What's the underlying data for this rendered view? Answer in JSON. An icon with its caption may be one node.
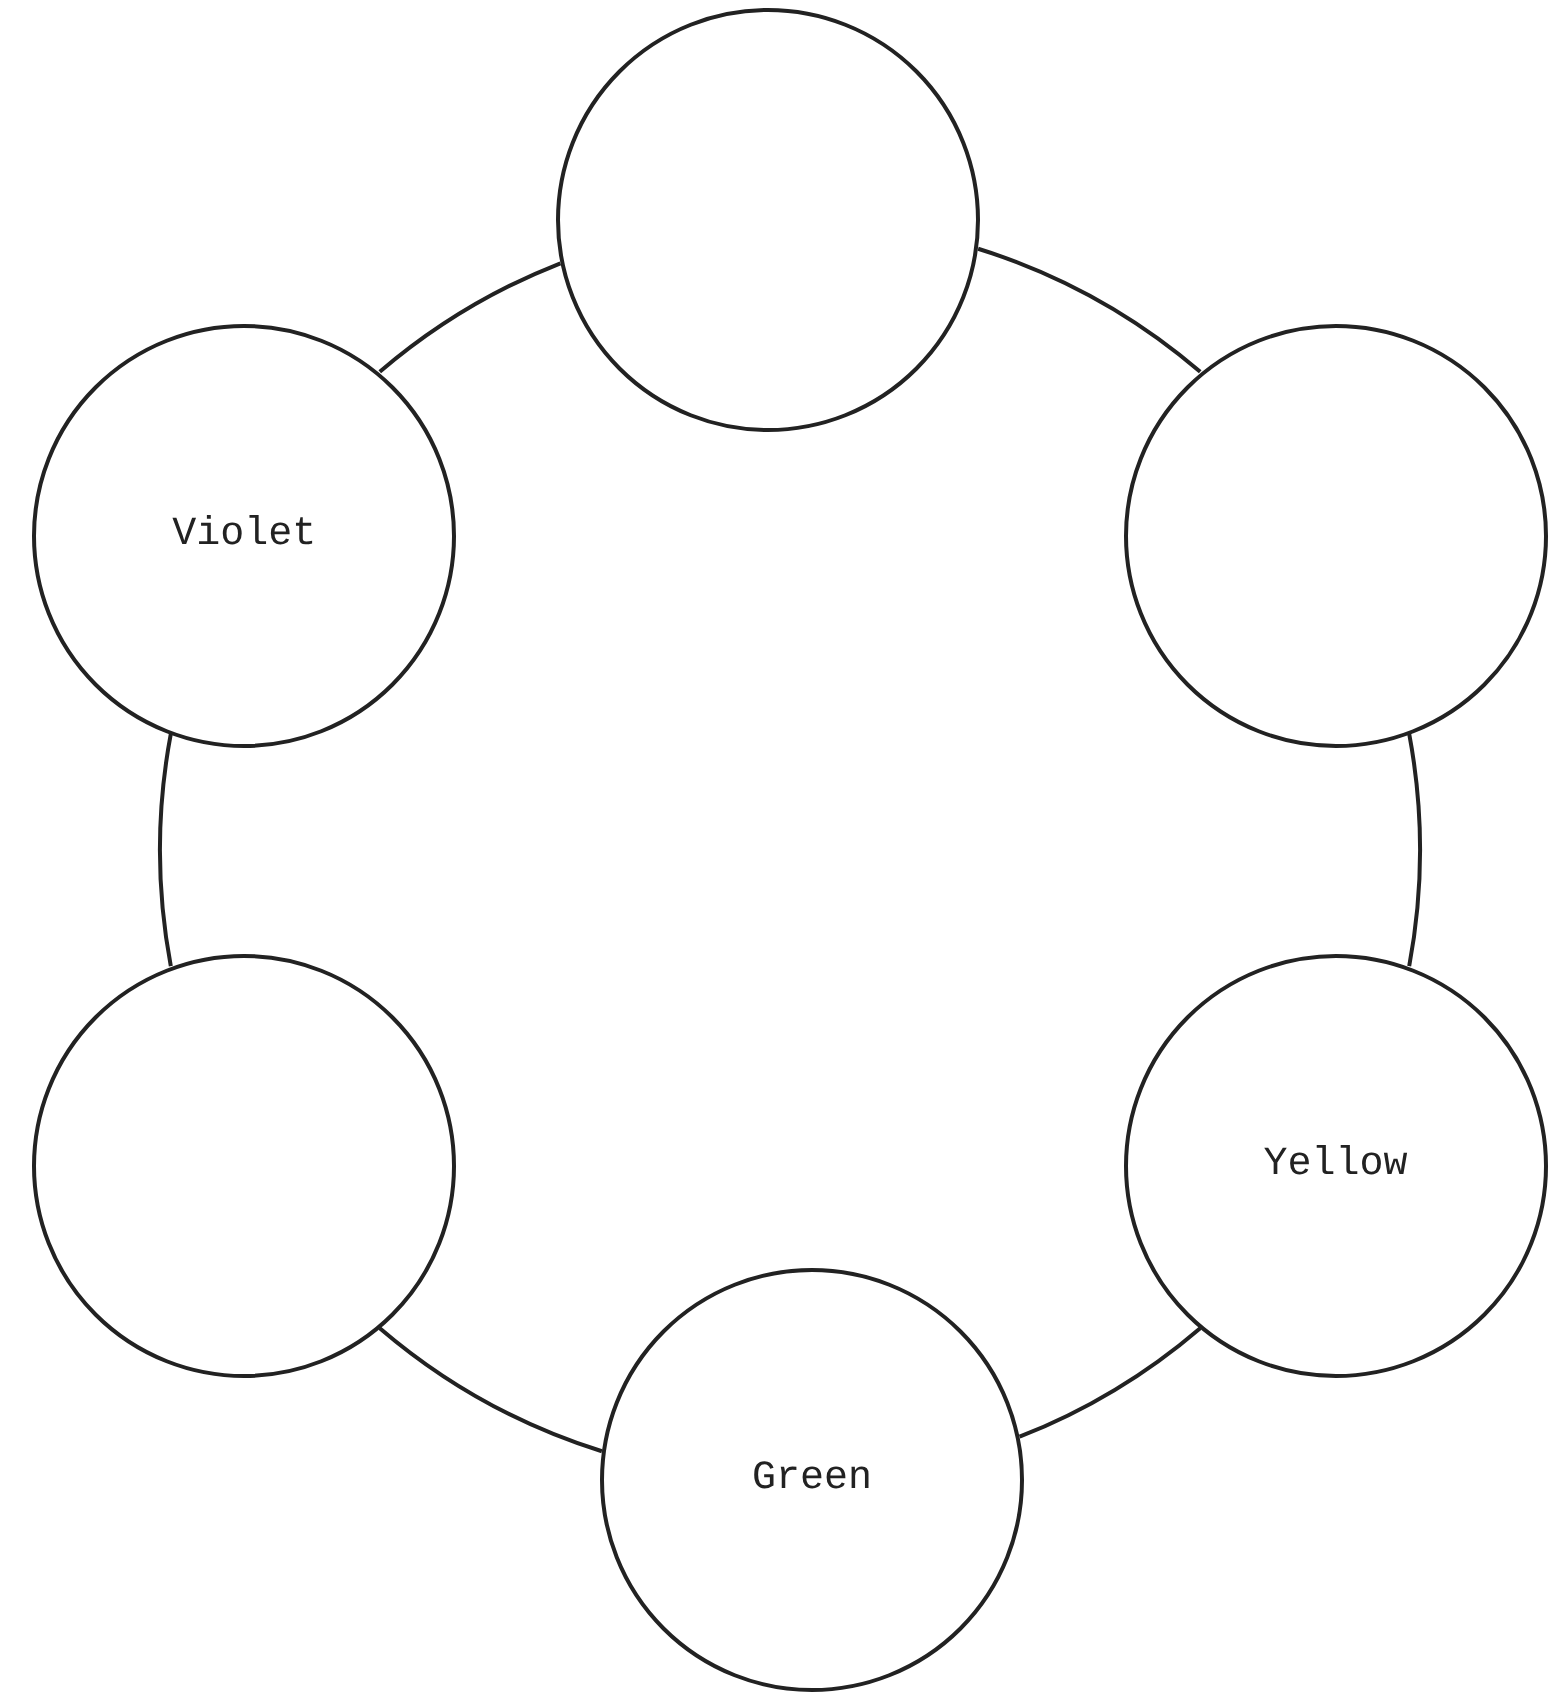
{
  "diagram": {
    "nodes": [
      {
        "text": [],
        "shape": "circle"
      },
      {
        "text": [
          "Violet"
        ]
      },
      {
        "text": [],
        "shape": "circle"
      },
      {
        "text": [],
        "shape": "circle"
      },
      {
        "text": [
          "Yellow"
        ]
      },
      {
        "text": [
          "Green"
        ]
      }
    ],
    "edges": [
      {
        "from": 0,
        "to": 2,
        "arrow": "none"
      },
      {
        "from": 2,
        "to": 4,
        "arrow": "none"
      },
      {
        "from": 4,
        "to": 5,
        "arrow": "none"
      },
      {
        "from": 5,
        "to": 3,
        "arrow": "none"
      },
      {
        "from": 3,
        "to": 1,
        "arrow": "none"
      },
      {
        "from": 1,
        "to": 0,
        "arrow": "none"
      }
    ]
  }
}
